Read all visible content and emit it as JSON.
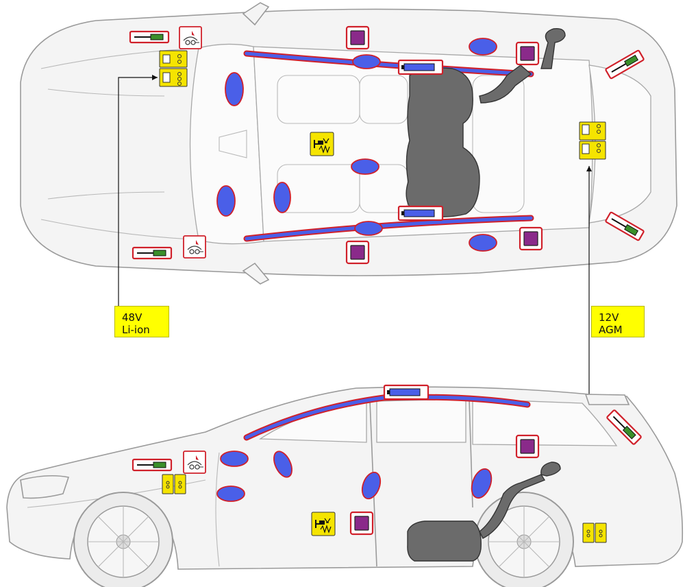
{
  "labels": {
    "battery_48v": {
      "line1": "48V",
      "line2": "Li-ion"
    },
    "battery_12v": {
      "line1": "12V",
      "line2": "AGM"
    }
  },
  "colors": {
    "airbag": "#4a5fe8",
    "airbag_outline": "#d0202a",
    "fuel_tank": "#6b6b6b",
    "battery": "#f5e400",
    "label_background": "#ffff00",
    "control_module": "#8a2a8a",
    "seatbelt_tensioner": "#3a8f2a"
  },
  "icons": [
    "airbag-icon",
    "curtain-airbag-icon",
    "gas-generator-icon",
    "control-unit-icon",
    "seatbelt-tensioner-icon",
    "pedestrian-protection-icon",
    "seat-adjuster-icon",
    "battery-icon",
    "fuel-tank-icon"
  ]
}
